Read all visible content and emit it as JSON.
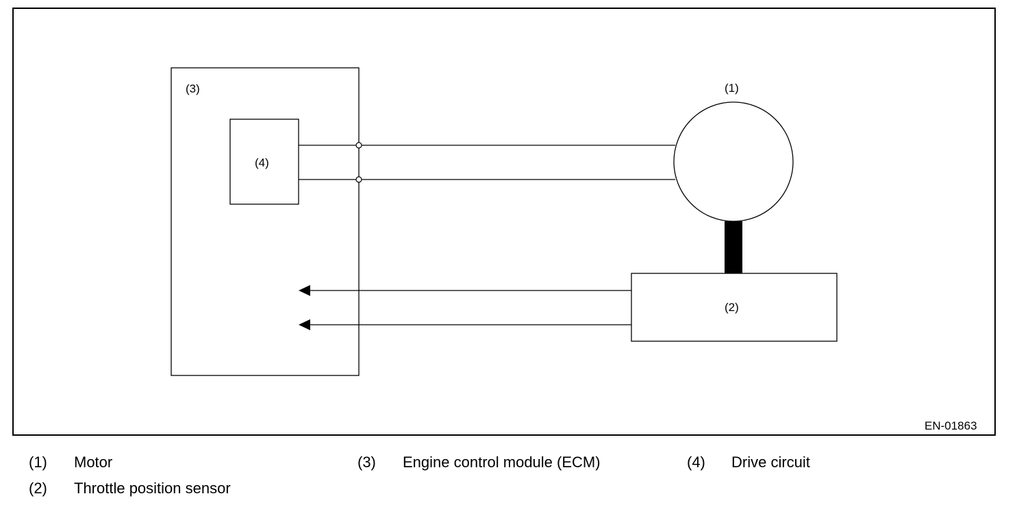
{
  "diagram": {
    "figure_id": "EN-01863",
    "labels": {
      "motor": "(1)",
      "throttle_position_sensor": "(2)",
      "ecm": "(3)",
      "drive_circuit": "(4)"
    }
  },
  "legend": [
    {
      "num": "(1)",
      "text": "Motor"
    },
    {
      "num": "(2)",
      "text": "Throttle position sensor"
    },
    {
      "num": "(3)",
      "text": "Engine control module (ECM)"
    },
    {
      "num": "(4)",
      "text": "Drive circuit"
    }
  ]
}
